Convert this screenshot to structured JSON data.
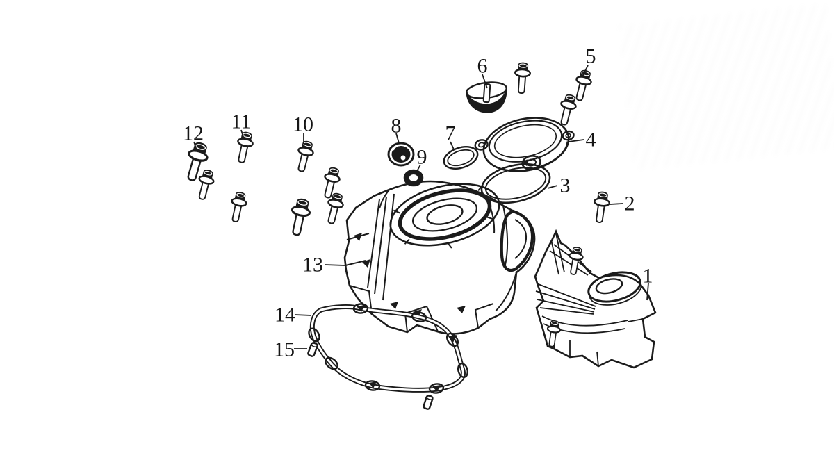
{
  "diagram": {
    "kind": "exploded-parts-diagram",
    "subject": "engine-crankcase-side-covers",
    "background_color": "#ffffff",
    "line_color": "#1b1b1b",
    "label_color": "#161616"
  },
  "parts": [
    {
      "label": "1",
      "name": "right-crankcase-cover"
    },
    {
      "label": "2",
      "name": "flange-bolt"
    },
    {
      "label": "3",
      "name": "large-o-ring"
    },
    {
      "label": "4",
      "name": "round-cover-cap"
    },
    {
      "label": "5",
      "name": "flange-bolt-pair"
    },
    {
      "label": "6",
      "name": "filler-cap"
    },
    {
      "label": "7",
      "name": "small-o-ring"
    },
    {
      "label": "8",
      "name": "oil-seal-grommet"
    },
    {
      "label": "9",
      "name": "seal-ring"
    },
    {
      "label": "10",
      "name": "flange-bolt"
    },
    {
      "label": "11",
      "name": "flange-bolt"
    },
    {
      "label": "12",
      "name": "flange-bolt"
    },
    {
      "label": "13",
      "name": "left-crankcase-cover"
    },
    {
      "label": "14",
      "name": "cover-gasket"
    },
    {
      "label": "15",
      "name": "dowel-pin"
    }
  ]
}
